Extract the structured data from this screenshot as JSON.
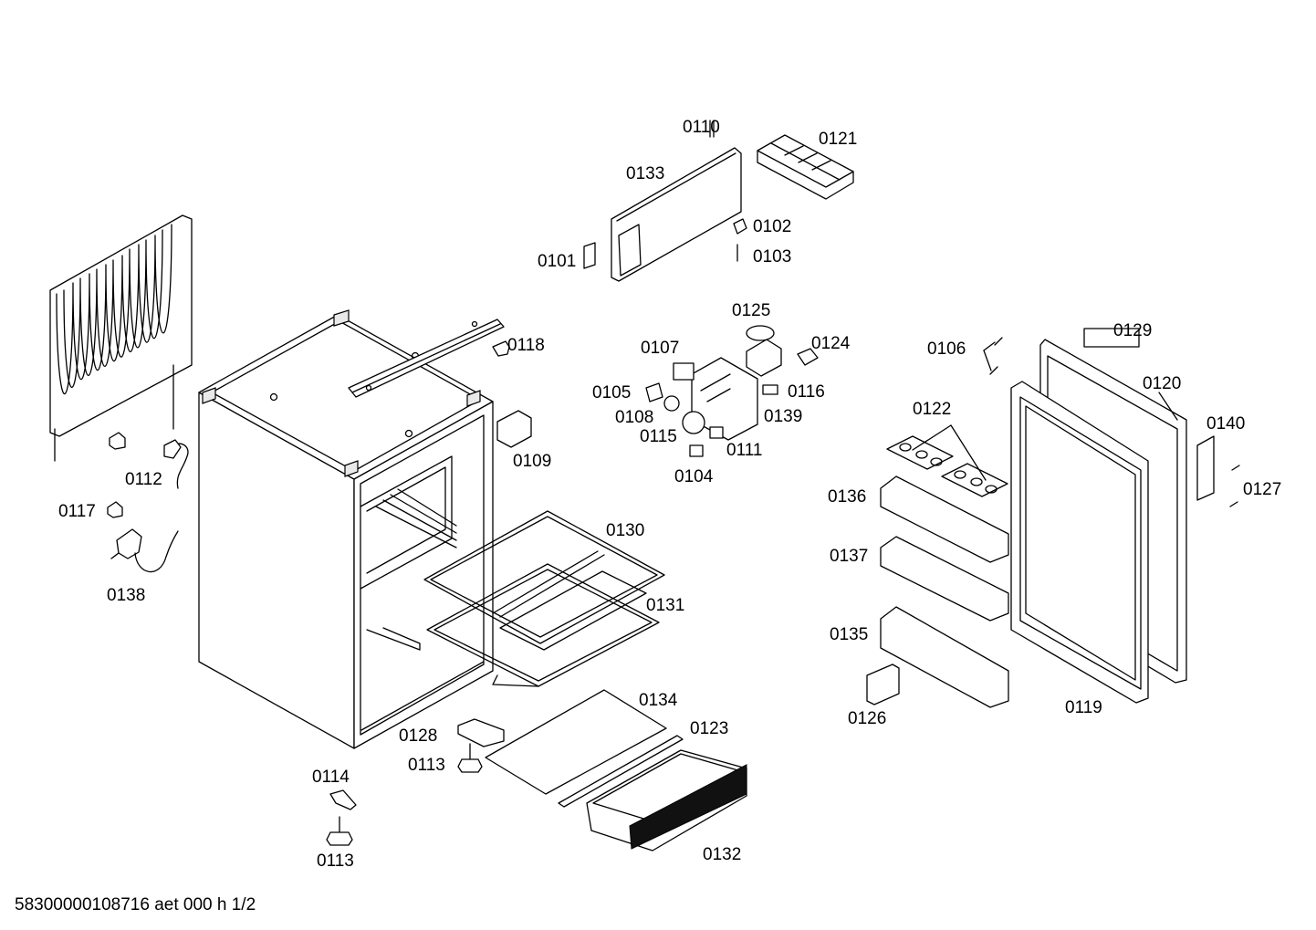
{
  "footer": "58300000108716 aet 000 h 1/2",
  "labels": [
    "0110",
    "0121",
    "0133",
    "0102",
    "0103",
    "0101",
    "0125",
    "0124",
    "0107",
    "0116",
    "0105",
    "0139",
    "0108",
    "0115",
    "0111",
    "0104",
    "0118",
    "0109",
    "0112",
    "0117",
    "0138",
    "0130",
    "0131",
    "0134",
    "0123",
    "0128",
    "0113",
    "0114",
    "0113",
    "0132",
    "0106",
    "0129",
    "0120",
    "0140",
    "0127",
    "0122",
    "0136",
    "0137",
    "0135",
    "0126",
    "0119"
  ]
}
